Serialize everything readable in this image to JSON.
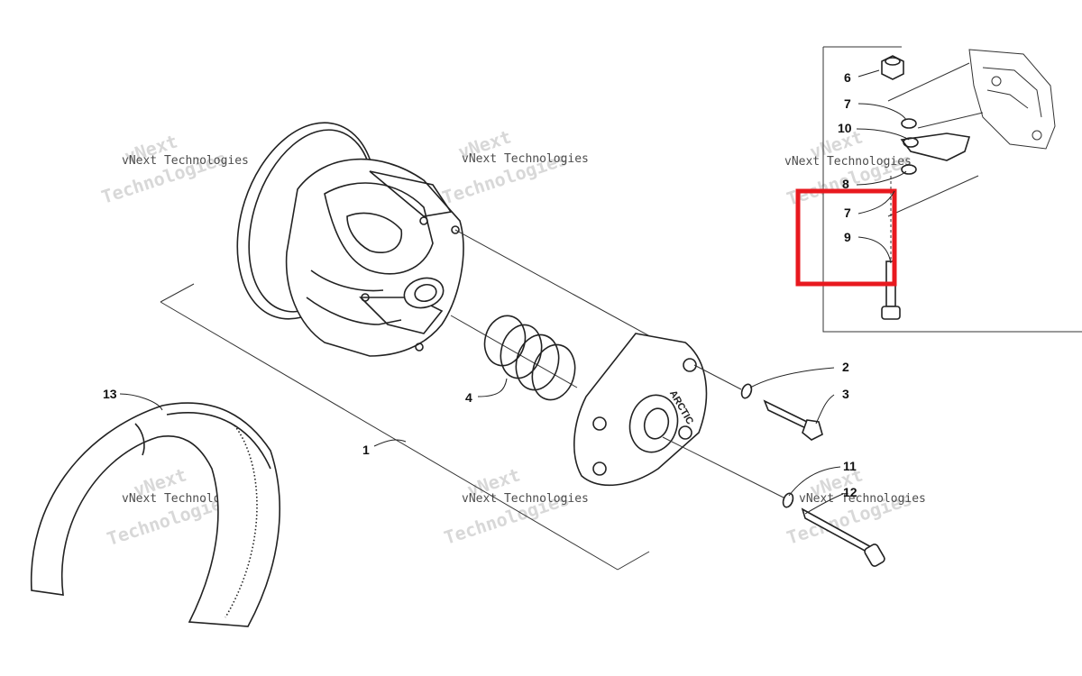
{
  "diagram": {
    "callouts": [
      {
        "id": "c1",
        "label": "1"
      },
      {
        "id": "c2",
        "label": "2"
      },
      {
        "id": "c3",
        "label": "3"
      },
      {
        "id": "c4",
        "label": "4"
      },
      {
        "id": "c6",
        "label": "6"
      },
      {
        "id": "c7a",
        "label": "7"
      },
      {
        "id": "c7b",
        "label": "7"
      },
      {
        "id": "c8",
        "label": "8"
      },
      {
        "id": "c9",
        "label": "9"
      },
      {
        "id": "c10",
        "label": "10"
      },
      {
        "id": "c11",
        "label": "11"
      },
      {
        "id": "c12",
        "label": "12"
      },
      {
        "id": "c13",
        "label": "13"
      }
    ],
    "watermark": {
      "line1": "vNext Technologies",
      "line2": "vNext",
      "line3": "Technologies"
    },
    "highlight_color": "#e8191f"
  }
}
